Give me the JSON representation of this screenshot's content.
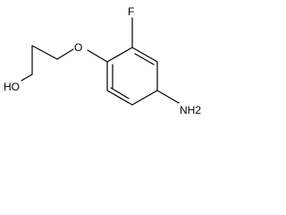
{
  "molecule": {
    "atoms": {
      "fluorine": "F",
      "ether_oxygen": "O",
      "amine": "NH2",
      "hydroxyl": "HO"
    }
  },
  "colors": {
    "bond": "#000000",
    "label": "#000000",
    "background": "#ffffff"
  }
}
